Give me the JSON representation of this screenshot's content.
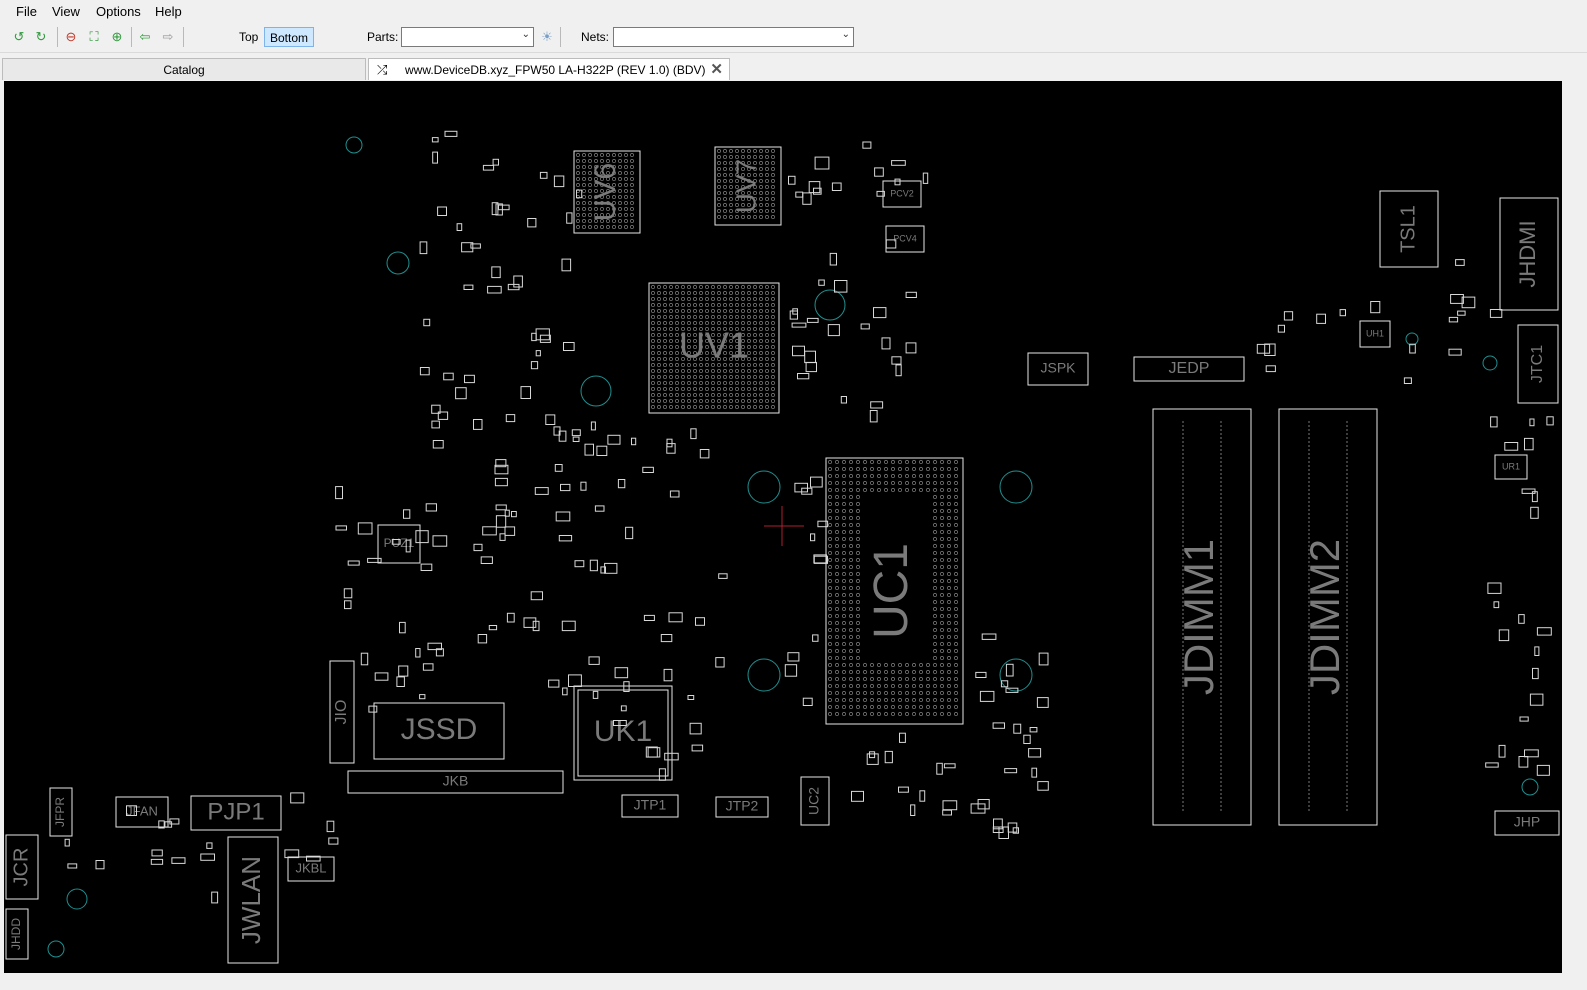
{
  "menu": {
    "file": "File",
    "view": "View",
    "options": "Options",
    "help": "Help"
  },
  "toolbar": {
    "top_label": "Top",
    "bottom_label": "Bottom",
    "parts_label": "Parts:",
    "parts_value": "",
    "nets_label": "Nets:",
    "nets_value": "",
    "icons": [
      "rotate-left-icon",
      "rotate-right-icon",
      "zoom-out-icon",
      "zoom-fit-icon",
      "zoom-in-icon",
      "arrow-left-icon",
      "arrow-right-icon",
      "search-bulb-icon"
    ]
  },
  "tabs": {
    "catalog": "Catalog",
    "board": "www.DeviceDB.xyz_FPW50 LA-H322P (REV 1.0) (BDV)"
  },
  "colors": {
    "accent": "#cde8ff",
    "board_bg": "#000000",
    "outline": "#e6e6e6",
    "label_gray": "#7a7a7a",
    "via": "#1f8f8f",
    "cursor": "#b02030"
  },
  "board": {
    "components": [
      {
        "label": "UV6"
      },
      {
        "label": "UV7"
      },
      {
        "label": "UV1"
      },
      {
        "label": "UC1"
      },
      {
        "label": "JDIMM1"
      },
      {
        "label": "JDIMM2"
      },
      {
        "label": "JHDMI"
      },
      {
        "label": "TSL1"
      },
      {
        "label": "JSPK"
      },
      {
        "label": "JEDP"
      },
      {
        "label": "JSSD"
      },
      {
        "label": "UK1"
      },
      {
        "label": "JKB"
      },
      {
        "label": "JIO"
      },
      {
        "label": "PUZ1"
      },
      {
        "label": "PJP1"
      },
      {
        "label": "JFAN"
      },
      {
        "label": "JFPR"
      },
      {
        "label": "JCR"
      },
      {
        "label": "JHDD"
      },
      {
        "label": "JWLAN"
      },
      {
        "label": "JKBL"
      },
      {
        "label": "JTP1"
      },
      {
        "label": "JTP2"
      },
      {
        "label": "UC2"
      },
      {
        "label": "JHP"
      },
      {
        "label": "JTC1"
      },
      {
        "label": "PCV2"
      },
      {
        "label": "PCV4"
      },
      {
        "label": "UH1"
      },
      {
        "label": "UR1"
      }
    ]
  }
}
